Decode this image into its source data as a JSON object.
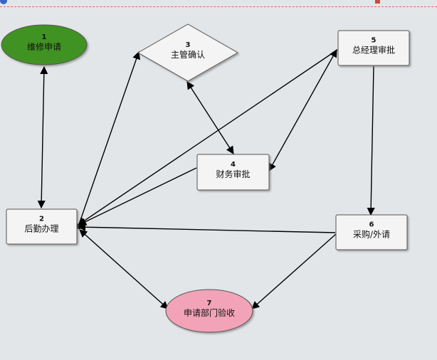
{
  "colors": {
    "background": "#e3e6e8",
    "start_fill": "#3f9320",
    "end_fill": "#f2a3b8",
    "box_fill": "#f4f4f4",
    "edge": "#000000"
  },
  "nodes": [
    {
      "id": "1",
      "label": "维修申请",
      "shape": "ellipse"
    },
    {
      "id": "2",
      "label": "后勤办理",
      "shape": "box"
    },
    {
      "id": "3",
      "label": "主管确认",
      "shape": "diamond"
    },
    {
      "id": "4",
      "label": "财务审批",
      "shape": "box"
    },
    {
      "id": "5",
      "label": "总经理审批",
      "shape": "box"
    },
    {
      "id": "6",
      "label": "采购/外请",
      "shape": "box"
    },
    {
      "id": "7",
      "label": "申请部门验收",
      "shape": "ellipse"
    }
  ],
  "edges": [
    {
      "from": "1",
      "to": "2",
      "bidirectional": true
    },
    {
      "from": "2",
      "to": "3",
      "bidirectional": false
    },
    {
      "from": "3",
      "to": "4",
      "bidirectional": true
    },
    {
      "from": "5",
      "to": "2",
      "bidirectional": false
    },
    {
      "from": "5",
      "to": "4",
      "bidirectional": true
    },
    {
      "from": "4",
      "to": "2",
      "bidirectional": false
    },
    {
      "from": "5",
      "to": "6",
      "bidirectional": false
    },
    {
      "from": "6",
      "to": "2",
      "bidirectional": false
    },
    {
      "from": "2",
      "to": "7",
      "bidirectional": true
    },
    {
      "from": "6",
      "to": "7",
      "bidirectional": false
    }
  ]
}
